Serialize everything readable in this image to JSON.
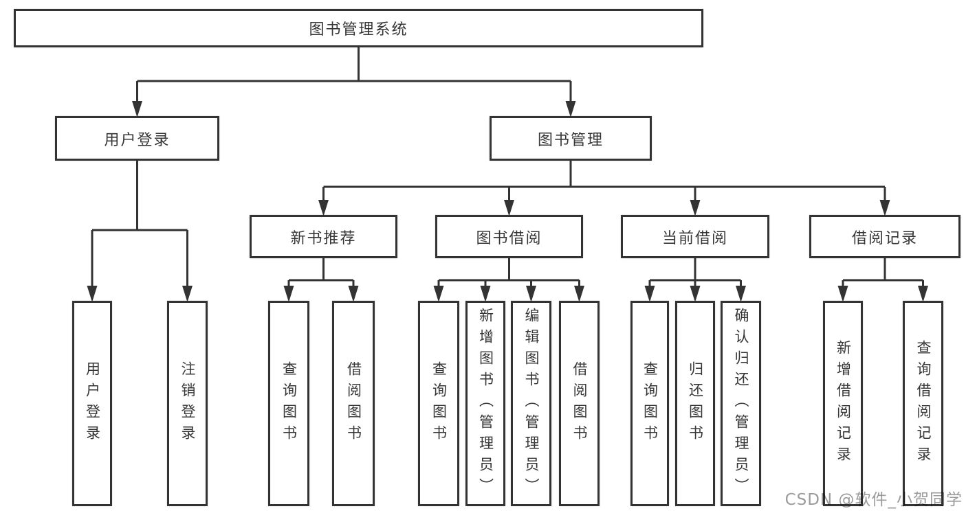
{
  "diagram": {
    "title": "图书管理系统",
    "nodes": [
      {
        "id": "root",
        "label": "图书管理系统",
        "children": [
          "user-login-group",
          "book-management"
        ]
      },
      {
        "id": "user-login-group",
        "label": "用户登录",
        "children": [
          "user-login",
          "logout"
        ]
      },
      {
        "id": "book-management",
        "label": "图书管理",
        "children": [
          "new-book-recommend",
          "book-borrow",
          "current-borrow",
          "borrow-records"
        ]
      },
      {
        "id": "new-book-recommend",
        "label": "新书推荐",
        "children": [
          "query-book-recommend",
          "borrow-book-recommend"
        ]
      },
      {
        "id": "book-borrow",
        "label": "图书借阅",
        "children": [
          "query-book-borrow",
          "add-book-admin",
          "edit-book-admin",
          "borrow-book-main"
        ]
      },
      {
        "id": "current-borrow",
        "label": "当前借阅",
        "children": [
          "query-book-current",
          "return-book",
          "confirm-return-admin"
        ]
      },
      {
        "id": "borrow-records",
        "label": "借阅记录",
        "children": [
          "add-borrow-record",
          "query-borrow-record"
        ]
      },
      {
        "id": "user-login",
        "label": "用户登录",
        "children": []
      },
      {
        "id": "logout",
        "label": "注销登录",
        "children": []
      },
      {
        "id": "query-book-recommend",
        "label": "查询图书",
        "children": []
      },
      {
        "id": "borrow-book-recommend",
        "label": "借阅图书",
        "children": []
      },
      {
        "id": "query-book-borrow",
        "label": "查询图书",
        "children": []
      },
      {
        "id": "add-book-admin",
        "label": "新增图书（管理员）",
        "children": []
      },
      {
        "id": "edit-book-admin",
        "label": "编辑图书（管理员）",
        "children": []
      },
      {
        "id": "borrow-book-main",
        "label": "借阅图书",
        "children": []
      },
      {
        "id": "query-book-current",
        "label": "查询图书",
        "children": []
      },
      {
        "id": "return-book",
        "label": "归还图书",
        "children": []
      },
      {
        "id": "confirm-return-admin",
        "label": "确认归还（管理员）",
        "children": []
      },
      {
        "id": "add-borrow-record",
        "label": "新增借阅记录",
        "children": []
      },
      {
        "id": "query-borrow-record",
        "label": "查询借阅记录",
        "children": []
      }
    ]
  },
  "watermark": {
    "text": "CSDN @软件_小贺同学",
    "color": "#9b9b9b"
  },
  "colors": {
    "line": "#333333",
    "text": "#363636",
    "background": "#ffffff"
  }
}
